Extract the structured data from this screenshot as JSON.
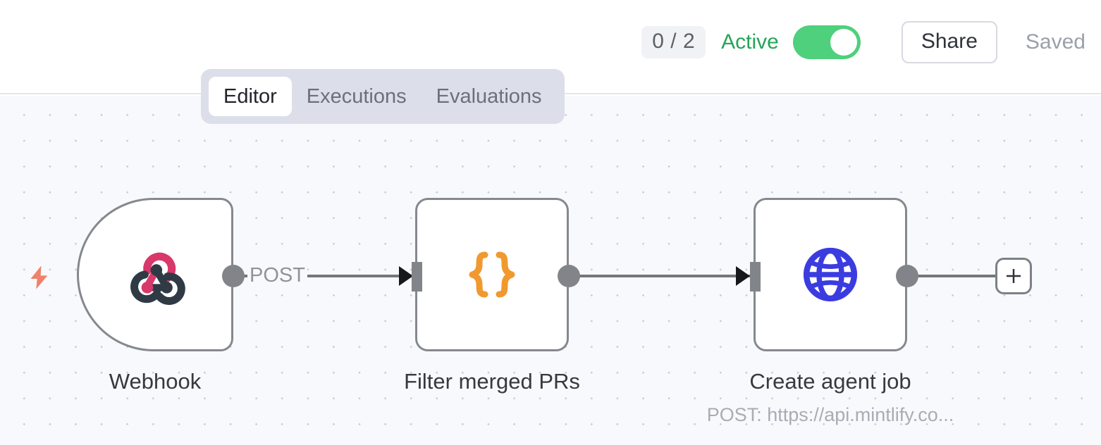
{
  "header": {
    "executions_count": "0 / 2",
    "active_label": "Active",
    "toggle_state": "on",
    "share_label": "Share",
    "saved_label": "Saved",
    "active_color": "#24a559",
    "toggle_color": "#4ed07c"
  },
  "tabs": [
    {
      "label": "Editor",
      "active": true
    },
    {
      "label": "Executions",
      "active": false
    },
    {
      "label": "Evaluations",
      "active": false
    }
  ],
  "canvas": {
    "background_color": "#f8f9fc",
    "grid_dot_color": "#c7cbd4"
  },
  "nodes": [
    {
      "id": "webhook",
      "label": "Webhook",
      "sublabel": "",
      "icon": "webhook-icon",
      "icon_colors": [
        "#d83a5e",
        "#2f3a45"
      ],
      "shape": "trigger"
    },
    {
      "id": "filter",
      "label": "Filter merged PRs",
      "sublabel": "",
      "icon": "code-braces-icon",
      "icon_colors": [
        "#f0992f"
      ],
      "shape": "square"
    },
    {
      "id": "http",
      "label": "Create agent job",
      "sublabel": "POST: https://api.mintlify.co...",
      "icon": "globe-icon",
      "icon_colors": [
        "#3b3ce0"
      ],
      "shape": "square"
    }
  ],
  "edges": [
    {
      "from": "webhook",
      "to": "filter",
      "label": "POST"
    },
    {
      "from": "filter",
      "to": "http",
      "label": ""
    }
  ],
  "add_node_button": {
    "icon": "plus-icon",
    "label": "+"
  },
  "trigger_indicator": {
    "icon": "lightning-bolt-icon",
    "color": "#f0816a"
  }
}
